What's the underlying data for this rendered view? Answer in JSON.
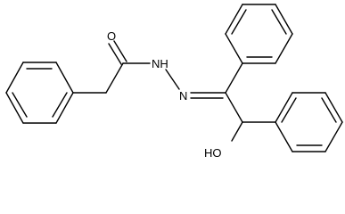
{
  "molecule": {
    "atom_labels": {
      "oxygen_carbonyl": "O",
      "nh": "NH",
      "n": "N",
      "hydroxyl": "HO"
    },
    "colors": {
      "bond": "#000000",
      "text": "#000000",
      "background": "#ffffff"
    }
  }
}
